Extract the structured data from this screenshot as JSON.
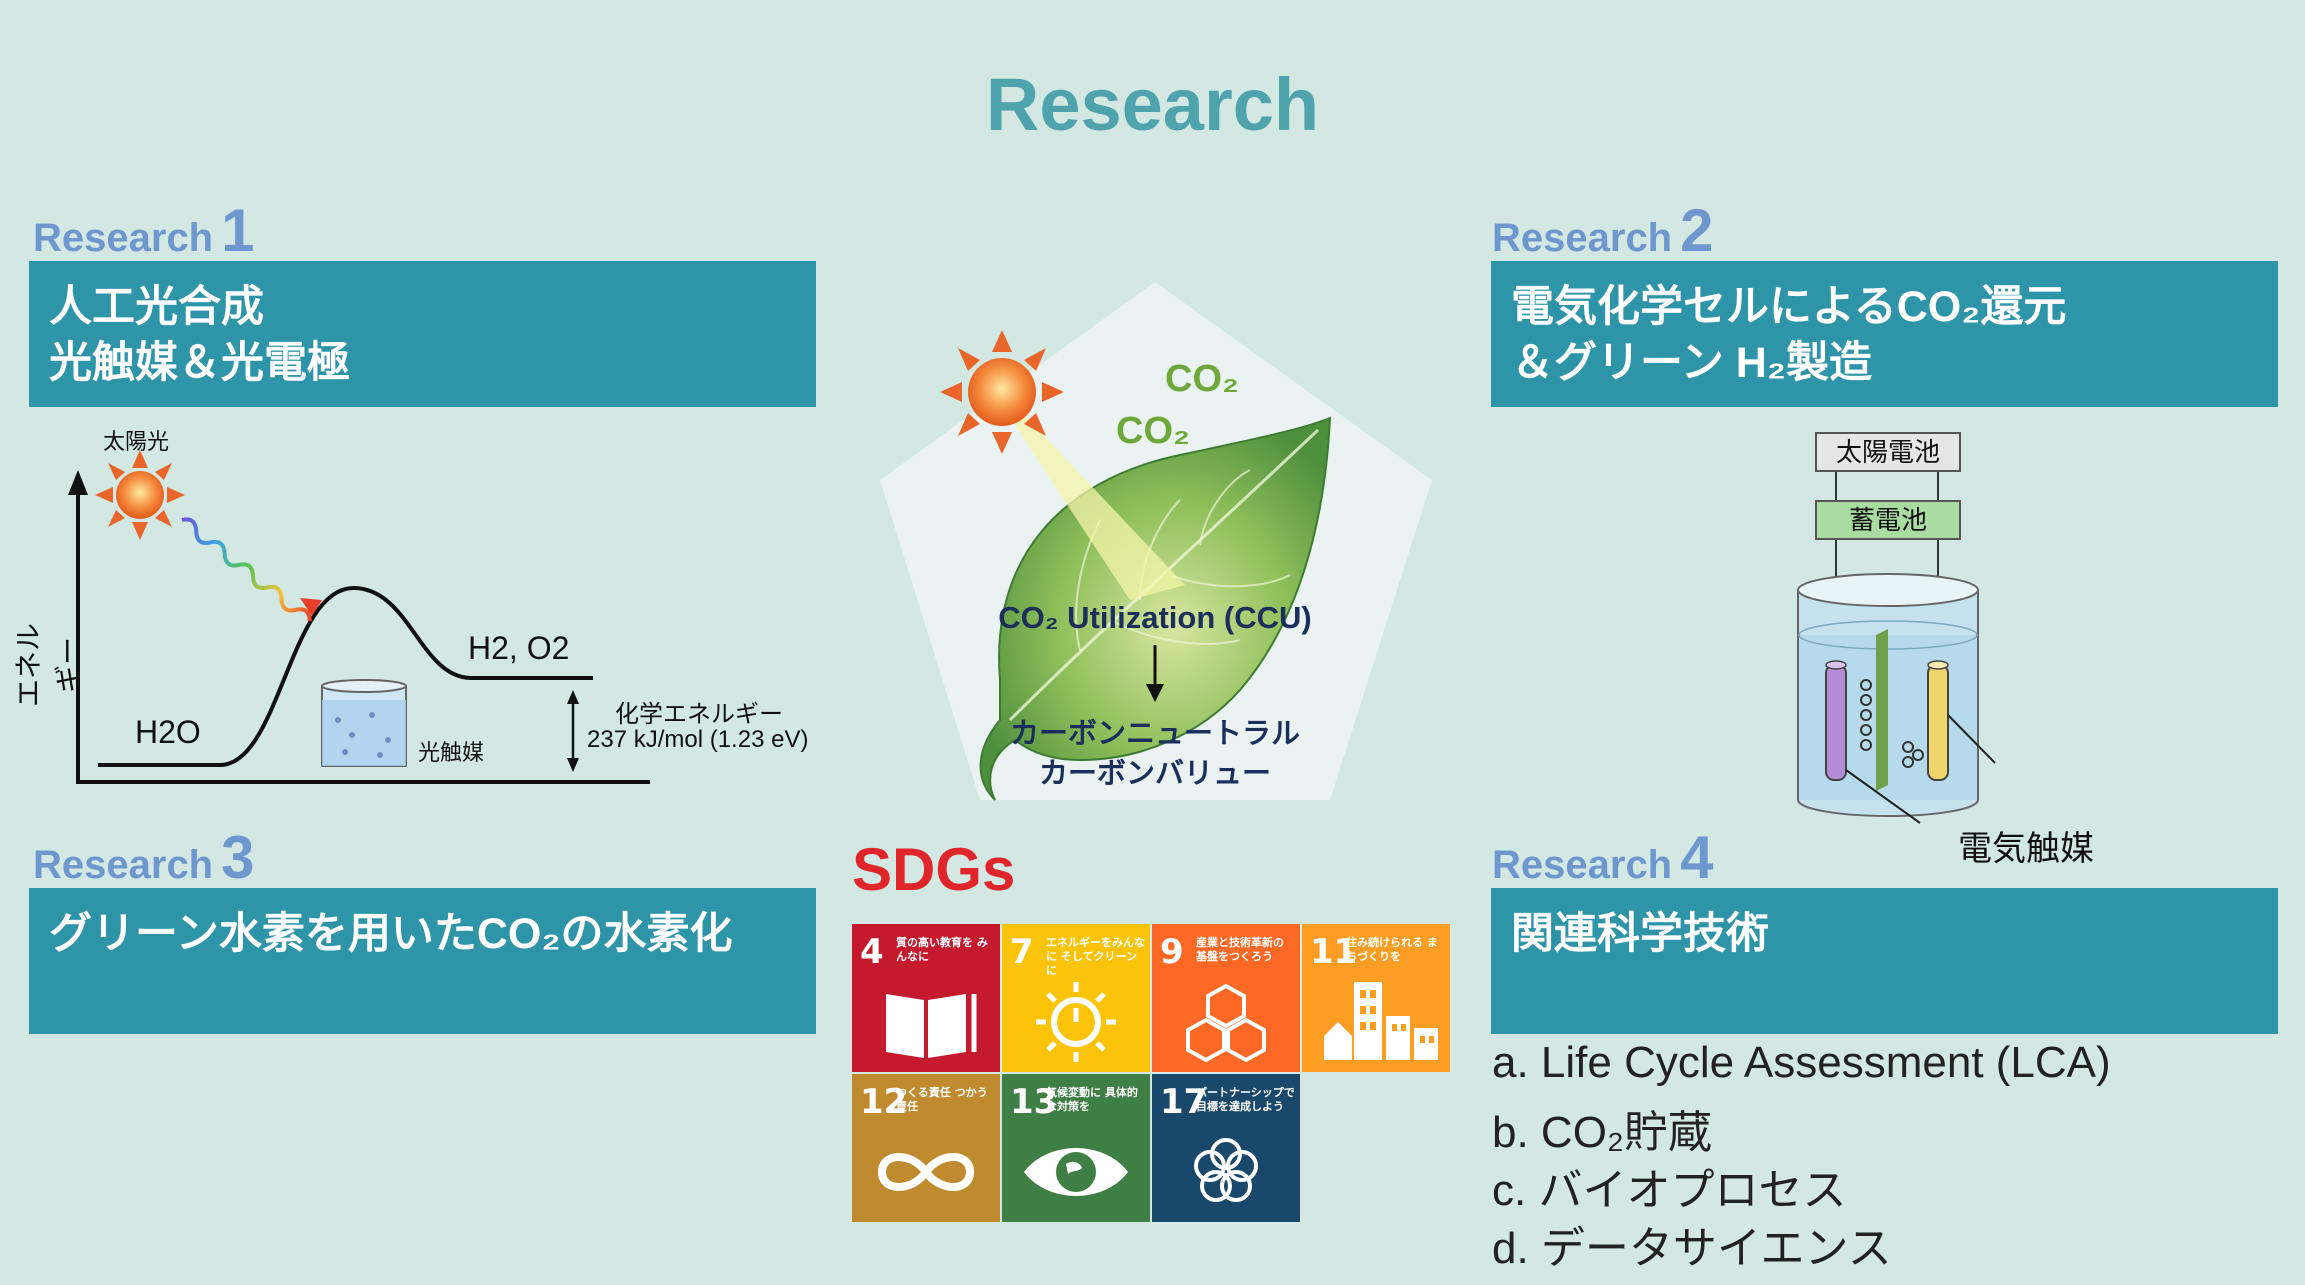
{
  "page": {
    "title": "Research"
  },
  "research1": {
    "label": "Research",
    "number": "1",
    "lines": [
      "人工光合成",
      "光触媒＆光電極"
    ],
    "diagram": {
      "sunlight": "太陽光",
      "y_axis": "エネルギー",
      "reactant": "H2O",
      "product": "H2, O2",
      "catalyst": "光触媒",
      "energy_label": "化学エネルギー",
      "energy_value": "237 kJ/mol (1.23 eV)"
    }
  },
  "research2": {
    "label": "Research",
    "number": "2",
    "lines": [
      "電気化学セルによるCO₂還元",
      "＆グリーン H₂製造"
    ],
    "diagram": {
      "solar_cell": "太陽電池",
      "battery": "蓄電池",
      "electrocatalyst": "電気触媒"
    }
  },
  "research3": {
    "label": "Research",
    "number": "3",
    "lines": [
      "グリーン水素を用いたCO₂の水素化"
    ]
  },
  "research4": {
    "label": "Research",
    "number": "4",
    "lines": [
      "関連科学技術"
    ],
    "items": [
      "a. Life Cycle Assessment (LCA)",
      "b. CO₂貯蔵",
      "c. バイオプロセス",
      "d. データサイエンス"
    ]
  },
  "center": {
    "co2_a": "CO₂",
    "co2_b": "CO₂",
    "ccu": "CO₂ Utilization (CCU)",
    "result_1": "カーボンニュートラル",
    "result_2": "カーボンバリュー"
  },
  "sdgs": {
    "title": "SDGs",
    "goals": [
      {
        "num": "4",
        "text": "質の高い教育を みんなに",
        "color": "#c5192d",
        "icon": "book-icon"
      },
      {
        "num": "7",
        "text": "エネルギーをみんなに そしてクリーンに",
        "color": "#fcc30b",
        "icon": "sun-power-icon"
      },
      {
        "num": "9",
        "text": "産業と技術革新の 基盤をつくろう",
        "color": "#fd6925",
        "icon": "cubes-icon"
      },
      {
        "num": "11",
        "text": "住み続けられる まちづくりを",
        "color": "#fd9d24",
        "icon": "city-icon"
      },
      {
        "num": "12",
        "text": "つくる責任 つかう責任",
        "color": "#bf8b2e",
        "icon": "infinity-icon"
      },
      {
        "num": "13",
        "text": "気候変動に 具体的な対策を",
        "color": "#3f7e44",
        "icon": "eye-globe-icon"
      },
      {
        "num": "17",
        "text": "パートナーシップで 目標を達成しよう",
        "color": "#19486a",
        "icon": "rings-icon"
      }
    ]
  }
}
